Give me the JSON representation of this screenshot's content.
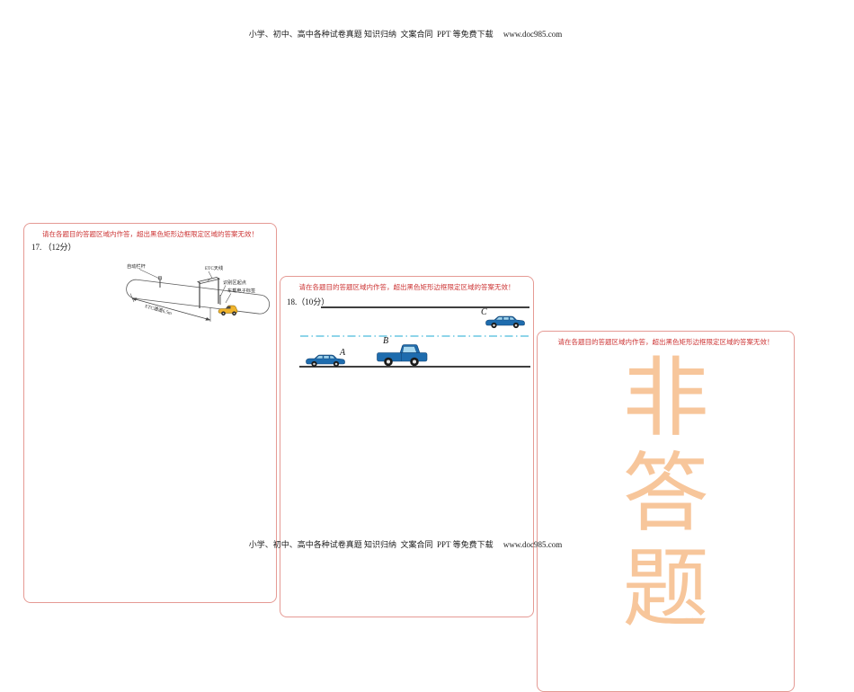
{
  "document": {
    "header": "小学、初中、高中各种试卷真题 知识归纳  文案合同  PPT 等免费下载     www.doc985.com",
    "footer": "小学、初中、高中各种试卷真题 知识归纳  文案合同  PPT 等免费下载     www.doc985.com"
  },
  "warning_text": "请在各题目的答题区域内作答，超出黑色矩形边框限定区域的答案无效！",
  "question17": {
    "number_label": "17. （12分）",
    "diagram_labels": {
      "auto_barrier": "自动栏杆",
      "etc_antenna": "ETC天线",
      "zone_start": "识别区起点",
      "onboard_tag": "车载电子标签",
      "channel_length": "ETC通道6.5m"
    }
  },
  "question18": {
    "number_label": "18.（10分）",
    "car_labels": {
      "a": "A",
      "b": "B",
      "c": "C"
    }
  },
  "non_answer_watermark": {
    "chars": [
      "非",
      "答",
      "题"
    ]
  },
  "colors": {
    "box_border": "#e59a94",
    "warning_red": "#cc3333",
    "watermark_orange": "#f7c69b",
    "lane_divider_cyan": "#8ed4e9",
    "road_line_gray": "#3f3f3f",
    "car_blue": "#1e6cae",
    "car_window_blue": "#9fd4ee",
    "toll_car_yellow": "#f0b42c"
  }
}
